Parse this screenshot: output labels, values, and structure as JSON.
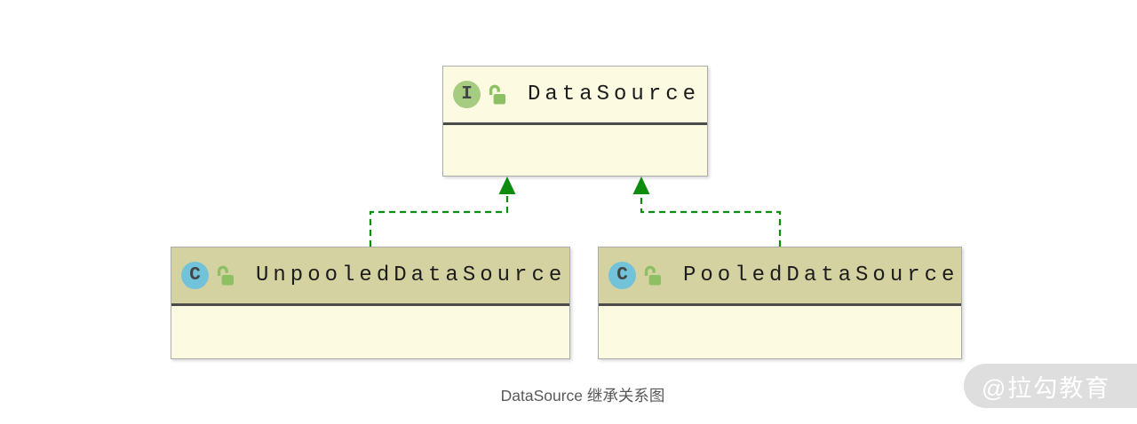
{
  "diagram": {
    "caption": "DataSource 继承关系图",
    "watermark": "@拉勾教育",
    "nodes": [
      {
        "kind": "interface",
        "badge": "I",
        "visibility": "public",
        "name": "DataSource"
      },
      {
        "kind": "class",
        "badge": "C",
        "visibility": "public",
        "name": "UnpooledDataSource"
      },
      {
        "kind": "class",
        "badge": "C",
        "visibility": "public",
        "name": "PooledDataSource"
      }
    ],
    "edges": [
      {
        "from": "UnpooledDataSource",
        "to": "DataSource",
        "type": "implements",
        "style": "dashed-green-arrow"
      },
      {
        "from": "PooledDataSource",
        "to": "DataSource",
        "type": "implements",
        "style": "dashed-green-arrow"
      }
    ],
    "colors": {
      "node_body": "#fcfae1",
      "interface_header": "#fcfae1",
      "class_header": "#d5d2a2",
      "node_border": "#ababab",
      "separator": "#4b4b4b",
      "edge_green": "#0d8c0d",
      "interface_badge_bg": "#a6cc82",
      "class_badge_bg": "#72c3d9",
      "badge_text": "#444444",
      "lock_green": "#8cc063",
      "caption_text": "#58585a",
      "watermark_bg": "#dedede",
      "watermark_text": "#ffffff"
    }
  }
}
